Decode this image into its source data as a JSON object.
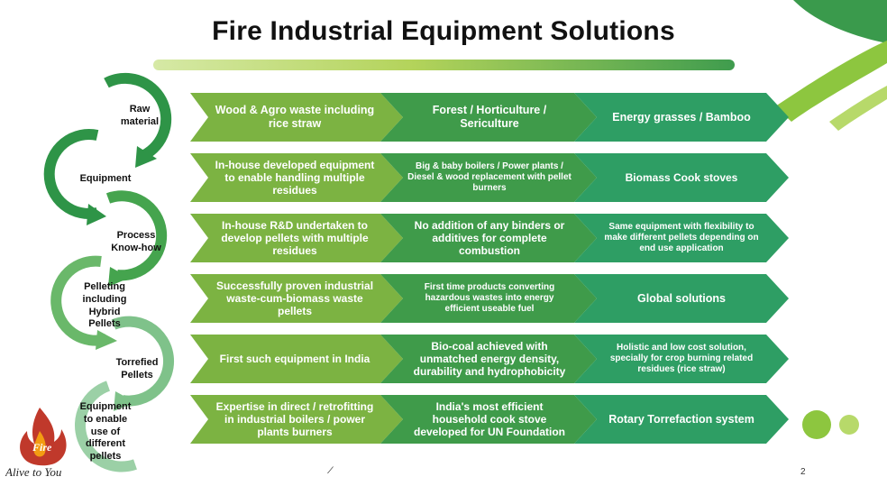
{
  "title": "Fire Industrial Equipment Solutions",
  "colors": {
    "col1": "#7cb342",
    "col2": "#3f9b4a",
    "col3": "#2e9e64",
    "cycle_dark": "#2e9447",
    "cycle_mid": "#5fb24e",
    "cycle_light": "#8bc99a",
    "accent_lime": "#8dc63f",
    "logo_red": "#c0392b"
  },
  "stages": [
    {
      "label": "Raw material"
    },
    {
      "label": "Equipment"
    },
    {
      "label": "Process Know-how"
    },
    {
      "label": "Pelleting including Hybrid Pellets"
    },
    {
      "label": "Torrefied Pellets"
    },
    {
      "label": "Equipment to enable use of different pellets"
    }
  ],
  "rows": [
    {
      "col1": "Wood & Agro waste including rice straw",
      "col2": "Forest / Horticulture / Sericulture",
      "col3": "Energy grasses / Bamboo"
    },
    {
      "col1": "In-house developed equipment to enable handling multiple residues",
      "col2": "Big & baby boilers / Power plants / Diesel & wood replacement with pellet burners",
      "col3": "Biomass Cook stoves"
    },
    {
      "col1": "In-house R&D undertaken to develop pellets with multiple residues",
      "col2": "No addition of any binders or additives for complete combustion",
      "col3": "Same equipment with flexibility to make different pellets depending on end use application"
    },
    {
      "col1": "Successfully proven industrial waste-cum-biomass waste pellets",
      "col2": "First time products converting hazardous wastes into energy efficient useable fuel",
      "col3": "Global solutions"
    },
    {
      "col1": "First such equipment in India",
      "col2": "Bio-coal achieved with unmatched energy density, durability and hydrophobicity",
      "col3": "Holistic and low cost solution, specially for crop burning related residues (rice straw)"
    },
    {
      "col1": "Expertise in direct / retrofitting in industrial boilers / power plants burners",
      "col2": "India's most efficient household cook stove developed for UN Foundation",
      "col3": "Rotary Torrefaction system"
    }
  ],
  "logo": {
    "brand": "Fire",
    "tagline": "Alive to You"
  },
  "page_number": "2",
  "small_mark": "⁄"
}
